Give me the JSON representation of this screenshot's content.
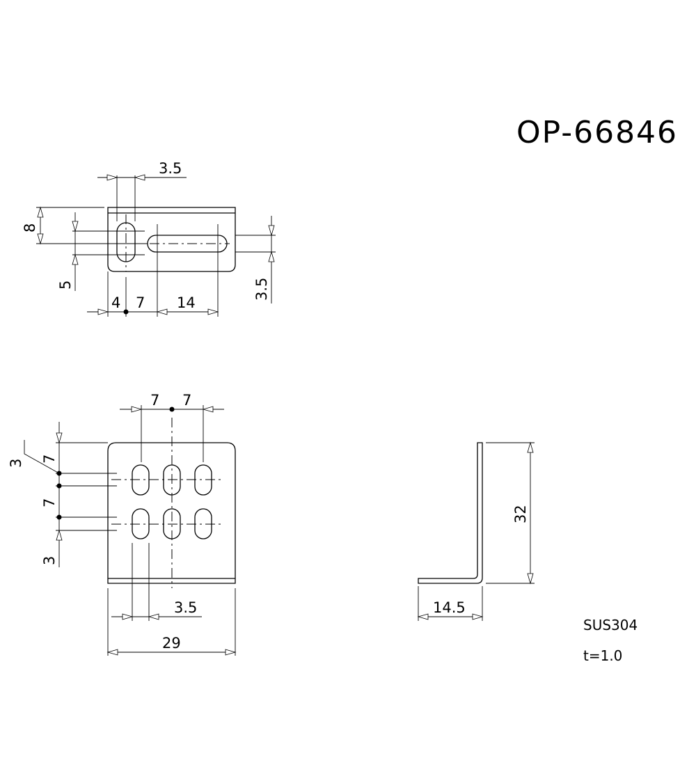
{
  "drawing": {
    "part_number": "OP-66846",
    "material": "SUS304",
    "thickness": "t=1.0"
  },
  "top_view": {
    "dims": {
      "slot_width_top": "3.5",
      "height_8": "8",
      "offset_5": "5",
      "offset_4": "4",
      "pitch_7": "7",
      "slot_len_14": "14",
      "slot_width_right": "3.5"
    }
  },
  "front_view": {
    "dims": {
      "pitch_left": "7",
      "pitch_right": "7",
      "edge_top_3": "3",
      "row_7_top": "7",
      "row_7_mid": "7",
      "edge_bottom_3": "3",
      "slot_width": "3.5",
      "overall_width": "29"
    }
  },
  "side_view": {
    "dims": {
      "height": "32",
      "flange": "14.5"
    }
  }
}
